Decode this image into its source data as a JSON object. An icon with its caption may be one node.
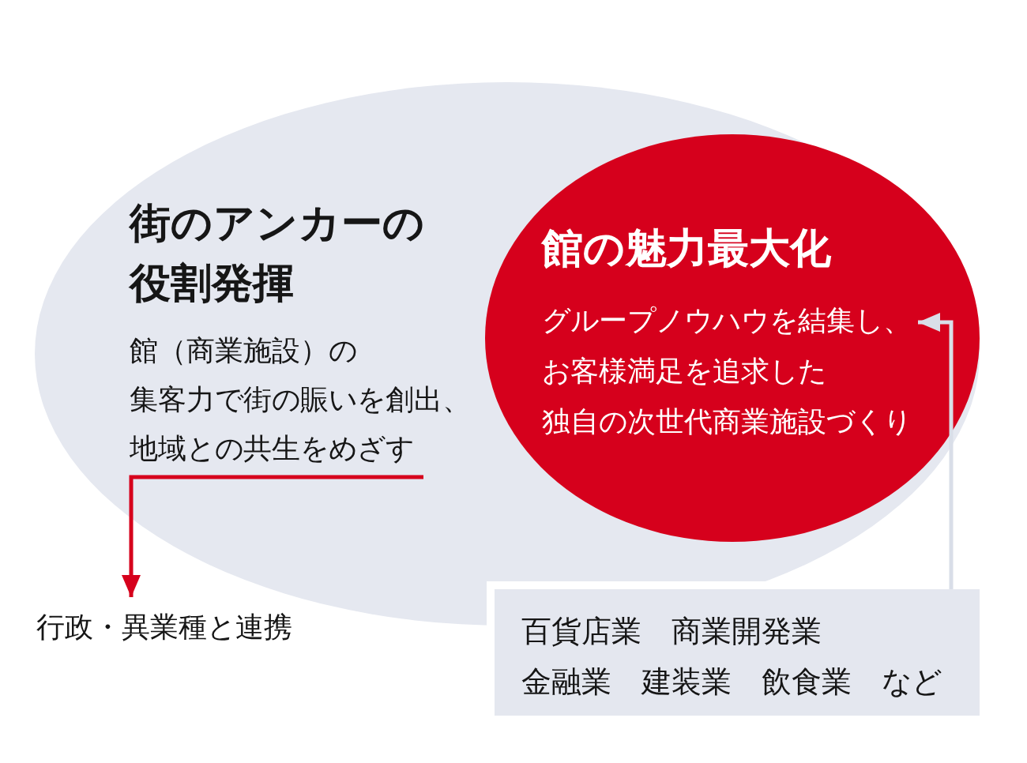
{
  "diagram": {
    "nodes": [
      {
        "text": [
          "街のアンカーの役割発揮"
        ]
      },
      {
        "text": [
          "館（商業施設）の集客力で街の賑いを創出、地域との共生をめざす"
        ],
        "in": 0
      },
      {
        "text": [
          "館の魅力最大化",
          "グループノウハウを結集し、お客様満足を追求した独自の次世代商業施設づくり"
        ],
        "in": 0
      },
      {
        "text": [
          "行政・異業種と連携"
        ]
      },
      {
        "text": [
          "百貨店業　商業開発業",
          "金融業　建装業　飲食業　など"
        ]
      }
    ],
    "edges": [
      {
        "from": 1,
        "to": 3,
        "arrow": "to",
        "color": "#d6001c"
      },
      {
        "from": 4,
        "to": 2,
        "arrow": "to",
        "color": "#d9dee8"
      }
    ]
  }
}
